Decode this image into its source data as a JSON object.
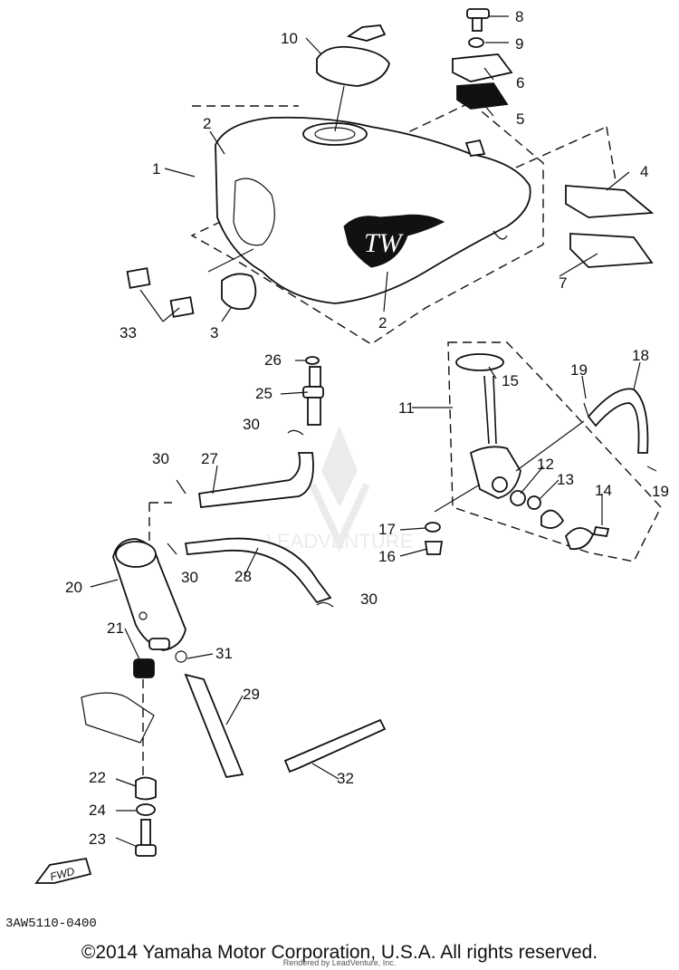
{
  "diagram": {
    "callouts": [
      "1",
      "2",
      "2",
      "3",
      "4",
      "5",
      "6",
      "7",
      "8",
      "9",
      "10",
      "11",
      "12",
      "13",
      "14",
      "15",
      "16",
      "17",
      "18",
      "19",
      "19",
      "20",
      "21",
      "22",
      "23",
      "24",
      "25",
      "26",
      "27",
      "28",
      "29",
      "30",
      "30",
      "30",
      "30",
      "31",
      "32",
      "33"
    ],
    "tank_logo": "TW",
    "fwd_label": "FWD",
    "watermark_text": "LEADVENTURE"
  },
  "footer": {
    "doc_code": "3AW5110-0400",
    "copyright": "©2014 Yamaha Motor Corporation, U.S.A. All rights reserved.",
    "rendered_by": "Rendered by LeadVenture, Inc."
  }
}
